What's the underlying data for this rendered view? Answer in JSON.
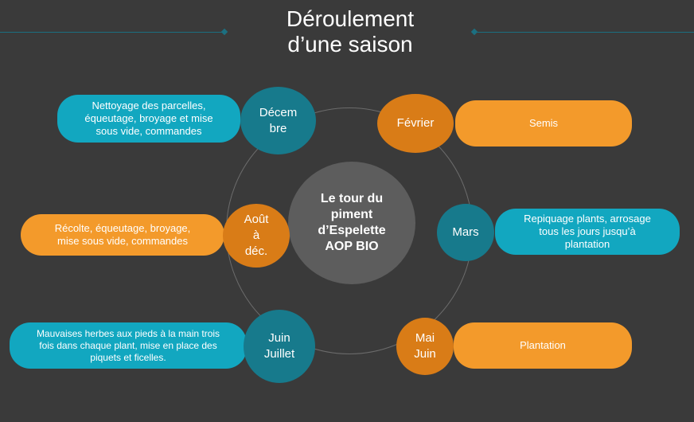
{
  "title": {
    "line1": "Déroulement",
    "line2": "d’une saison"
  },
  "center": {
    "text": "Le tour du\npiment\nd’Espelette\nAOP BIO"
  },
  "periods": {
    "decembre": "Décem\nbre",
    "fevrier": "Février",
    "mars": "Mars",
    "mai_juin": "Mai\nJuin",
    "juin_juillet": "Juin\nJuillet",
    "aout_dec": "Août\nà\ndéc."
  },
  "activities": {
    "decembre": "Nettoyage des parcelles,\néqueutage, broyage et mise\nsous vide, commandes",
    "fevrier": "Semis",
    "mars": "Repiquage plants, arrosage\ntous les jours jusqu’à\nplantation",
    "mai_juin": "Plantation",
    "juin_juillet": "Mauvaises herbes aux pieds à la main trois\nfois dans chaque plant, mise en place des\npiquets et ficelles.",
    "aout_dec": "Récolte, équeutage, broyage,\nmise sous vide, commandes"
  },
  "colors": {
    "background": "#3a3a3a",
    "teal": "#12a7c0",
    "teal_dark": "#177a8c",
    "orange": "#f39a2b",
    "orange_dark": "#d97c17",
    "center": "#5d5d5d"
  }
}
